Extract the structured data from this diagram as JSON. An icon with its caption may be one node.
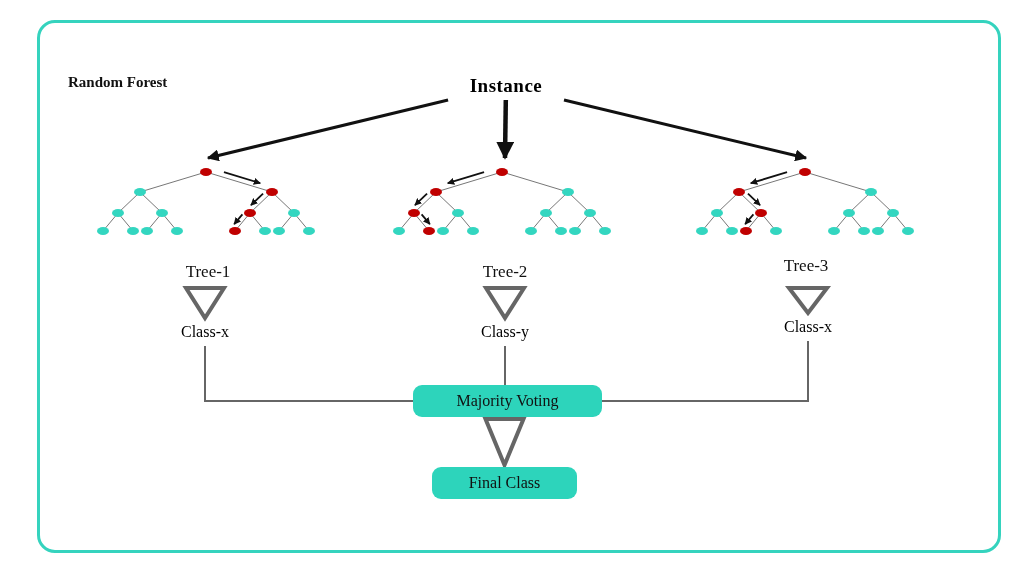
{
  "diagram": {
    "nodes": [
      {
        "text": [
          "Random Forest"
        ]
      },
      {
        "text": [
          "Instance"
        ],
        "in": 0
      },
      {
        "text": [],
        "shape": "picture",
        "beside": [
          "Tree-1"
        ],
        "in": 0
      },
      {
        "text": [],
        "shape": "picture",
        "beside": [
          "Tree-2"
        ],
        "in": 0
      },
      {
        "text": [],
        "shape": "picture",
        "beside": [
          "Tree-3"
        ],
        "in": 0
      },
      {
        "text": [
          "Class-x"
        ],
        "in": 0
      },
      {
        "text": [
          "Class-y"
        ],
        "in": 0
      },
      {
        "text": [
          "Class-x"
        ],
        "in": 0
      },
      {
        "text": [
          "Majority Voting"
        ],
        "in": 0
      },
      {
        "text": [
          "Final Class"
        ],
        "in": 0
      }
    ],
    "edges": [
      {
        "from": 1,
        "to": 2,
        "arrow": "to"
      },
      {
        "from": 1,
        "to": 3,
        "arrow": "to",
        "style": "thick"
      },
      {
        "from": 1,
        "to": 4,
        "arrow": "to"
      },
      {
        "from": 2,
        "to": 5,
        "arrow": "to",
        "color": "#666666"
      },
      {
        "from": 3,
        "to": 6,
        "arrow": "to",
        "color": "#666666"
      },
      {
        "from": 4,
        "to": 7,
        "arrow": "to",
        "color": "#666666"
      },
      {
        "from": 5,
        "to": 8,
        "arrow": "none",
        "color": "#666666"
      },
      {
        "from": 6,
        "to": 8,
        "arrow": "none",
        "color": "#666666"
      },
      {
        "from": 7,
        "to": 8,
        "arrow": "none",
        "color": "#666666"
      },
      {
        "from": 8,
        "to": 9,
        "arrow": "to",
        "color": "#666666"
      }
    ]
  }
}
